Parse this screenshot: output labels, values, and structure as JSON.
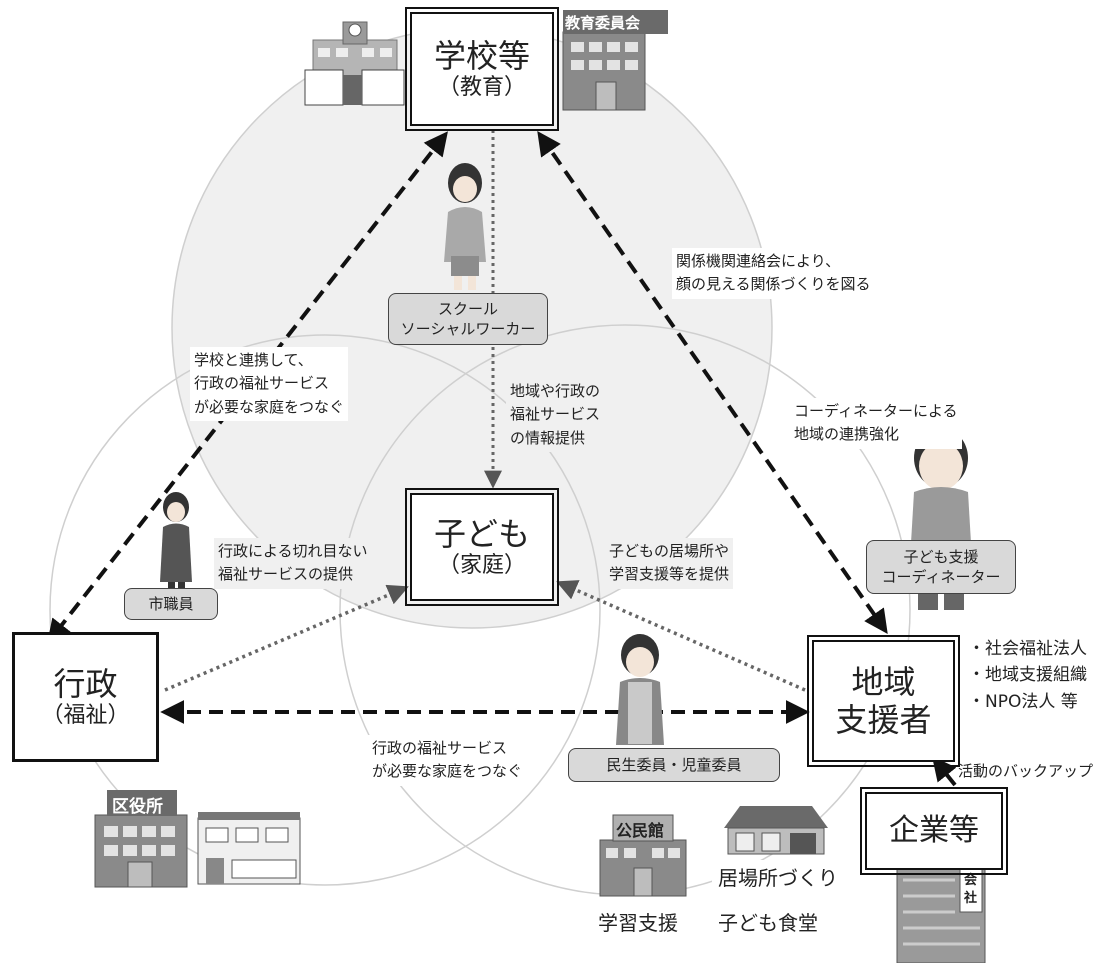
{
  "nodes": {
    "school": {
      "main": "学校等",
      "sub": "（教育）"
    },
    "child": {
      "main": "子ども",
      "sub": "（家庭）"
    },
    "gov": {
      "main": "行政",
      "sub": "（福祉）"
    },
    "community": {
      "main": "地域",
      "sub": "支援者"
    },
    "company": {
      "main": "企業等"
    }
  },
  "building_labels": {
    "board_of_education": "教育委員会",
    "ward_office": "区役所",
    "community_center": "公民館",
    "company_sign": "会社"
  },
  "person_labels": {
    "social_worker": [
      "スクール",
      "ソーシャルワーカー"
    ],
    "city_staff": "市職員",
    "coordinator": [
      "子ども支援",
      "コーディネーター"
    ],
    "welfare_commissioner": "民生委員・児童委員"
  },
  "notes": {
    "school_gov": [
      "学校と連携して、",
      "行政の福祉サービス",
      "が必要な家庭をつなぐ"
    ],
    "school_child": [
      "地域や行政の",
      "福祉サービス",
      "の情報提供"
    ],
    "school_community": [
      "関係機関連絡会により、",
      "顔の見える関係づくりを図る"
    ],
    "coordinator_note": [
      "コーディネーターによる",
      "地域の連携強化"
    ],
    "gov_child": [
      "行政による切れ目ない",
      "福祉サービスの提供"
    ],
    "community_child": [
      "子どもの居場所や",
      "学習支援等を提供"
    ],
    "gov_community": [
      "行政の福祉サービス",
      "が必要な家庭をつなぐ"
    ],
    "company_backup": "活動のバックアップ"
  },
  "support_orgs": [
    "・社会福祉法人",
    "・地域支援組織",
    "・NPO法人 等"
  ],
  "activities": {
    "ibasho": "居場所づくり",
    "learning": "学習支援",
    "shokudo": "子ども食堂"
  }
}
